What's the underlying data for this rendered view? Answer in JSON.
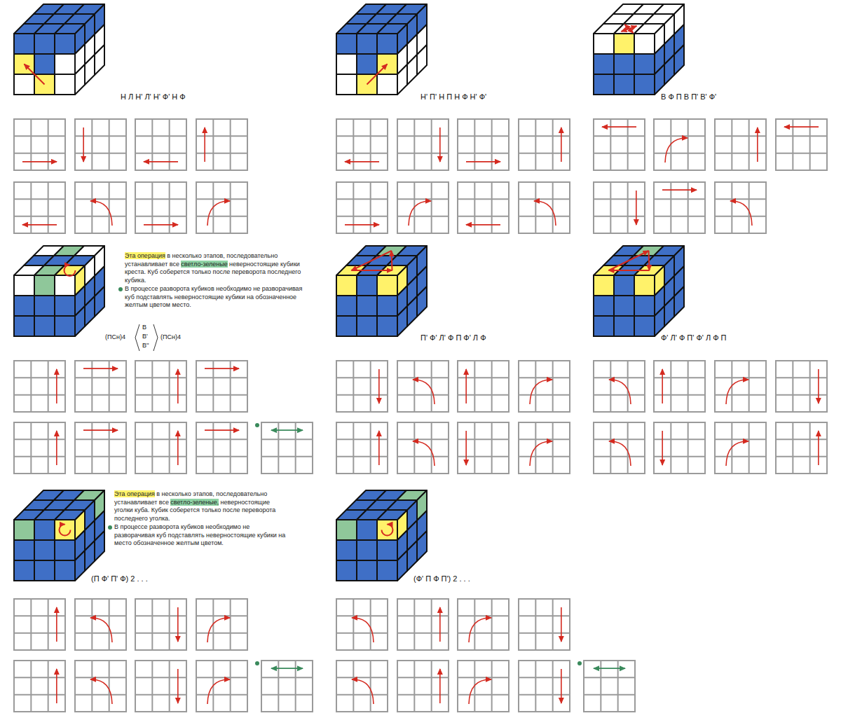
{
  "diagram": {
    "labels": [
      "Н Л Н' Л' Н' Ф' Н Ф",
      "Н' П' Н П Н Ф Н' Ф'",
      "В Ф П В П' В' Ф'",
      "Эта операция",
      "в несколько этапов, последовательно устанавливает все",
      "светло-зеленые",
      "неверностоящие кубики креста. Куб соберется только после переворота последнего кубика.",
      "В процессе разворота кубиков необходимо не разворачивая куб подставлять неверностоящие кубики на обозначенное желтым цветом место.",
      "(ПСн)4",
      "В",
      "В'",
      "В''",
      "(ПСн)4",
      "П' Ф' Л' Ф П Ф' Л Ф",
      "Ф' Л' Ф П' Ф' Л Ф П",
      "Эта операция",
      "в несколько этапов, последовательно устанавливает все",
      "светло-зеленые,",
      "неверностоящие уголки куба. Кубик соберется только после переворота последнего уголка.",
      "В процессе разворота кубиков необходимо не разворачивая куб подставлять неверностоящие кубики на место обозначенное желтым цветом.",
      "(П Ф' П' Ф) 2 . . .",
      "(Ф' П Ф П') 2 . . ."
    ]
  }
}
